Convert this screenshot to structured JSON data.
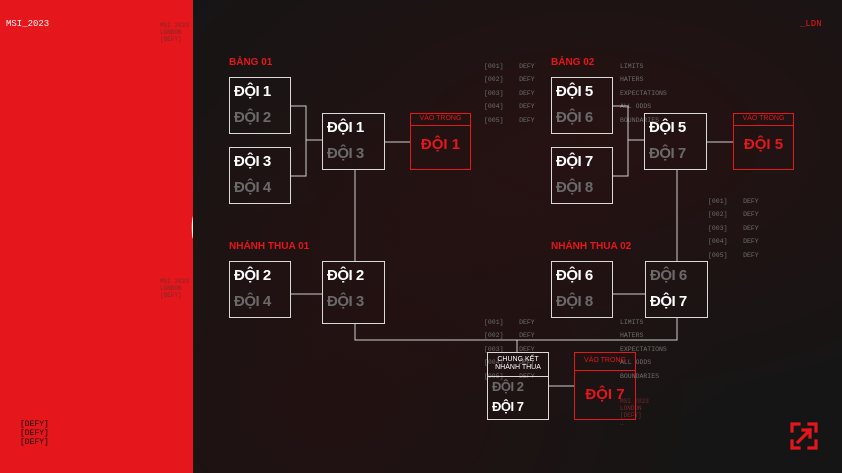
{
  "side": {
    "title": "KHỞI ĐỘNG",
    "top_tag": "MSI_2023",
    "bottom_tags": [
      "[DEFY]",
      "[DEFY]",
      "[DEFY]"
    ]
  },
  "corner": {
    "top_right": "_LDN"
  },
  "decor": {
    "mid_list": "[001]    DEFY\n[002]    DEFY\n[003]    DEFY\n[004]    DEFY\n[005]    DEFY",
    "mid_words": "LIMITS\nHATERS\nEXPECTATIONS\nALL ODDS\nBOUNDARIES",
    "right_list": "[001]    DEFY\n[002]    DEFY\n[003]    DEFY\n[004]    DEFY\n[005]    DEFY",
    "small_tag": "MSI 2023\nLONDON\n[DEFY]",
    "small_tag_b": "MSI 2023\nLONDON\n[DEFY]",
    "small_tag_c": "MSI 2023\nLONDON\n[DEFY]\n_"
  },
  "groups": {
    "a": {
      "label": "BẢNG 01"
    },
    "b": {
      "label": "BẢNG 02"
    },
    "la": {
      "label": "NHÁNH THUA 01"
    },
    "lb": {
      "label": "NHÁNH THUA 02"
    }
  },
  "matches": {
    "a1": {
      "top": "ĐỘI 1",
      "bottom": "ĐỘI 2"
    },
    "a2": {
      "top": "ĐỘI 3",
      "bottom": "ĐỘI 4"
    },
    "a3": {
      "top": "ĐỘI 1",
      "bottom": "ĐỘI 3"
    },
    "b1": {
      "top": "ĐỘI 5",
      "bottom": "ĐỘI 6"
    },
    "b2": {
      "top": "ĐỘI 7",
      "bottom": "ĐỘI 8"
    },
    "b3": {
      "top": "ĐỘI 5",
      "bottom": "ĐỘI 7"
    },
    "la1": {
      "top": "ĐỘI 2",
      "bottom": "ĐỘI 4"
    },
    "la2": {
      "top": "ĐỘI 2",
      "bottom": "ĐỘI 3"
    },
    "lb1": {
      "top": "ĐỘI 6",
      "bottom": "ĐỘI 8"
    },
    "lb2": {
      "top": "ĐỘI 6",
      "bottom": "ĐỘI 7"
    },
    "final": {
      "header": "CHUNG KẾT\nNHÁNH THUA",
      "top": "ĐỘI 2",
      "bottom": "ĐỘI 7"
    }
  },
  "qualified": {
    "a": {
      "header": "VÀO TRONG",
      "team": "ĐỘI 1"
    },
    "b": {
      "header": "VÀO TRONG",
      "team": "ĐỘI 5"
    },
    "c": {
      "header": "VÀO TRONG",
      "team": "ĐỘI 7"
    }
  },
  "colors": {
    "accent": "#e5161c",
    "background": "#151515",
    "winner": "#ffffff",
    "loser": "#6a6a6a"
  },
  "icons": {
    "logo": "expand-arrows-logo-icon"
  }
}
